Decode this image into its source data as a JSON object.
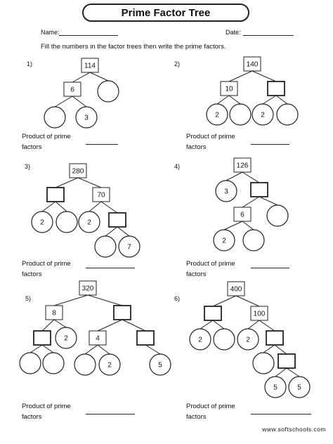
{
  "title": "Prime Factor Tree",
  "name_label": "Name:",
  "date_label": "Date:",
  "instructions": "Fill the numbers in the factor trees then write the prime factors.",
  "problems": [
    {
      "number": "1)",
      "product_line1": "Product of prime",
      "product_line2": "factors",
      "nodes": [
        "114",
        "6",
        "",
        "",
        "3"
      ]
    },
    {
      "number": "2)",
      "product_line1": "Product of prime",
      "product_line2": "factors",
      "nodes": [
        "140",
        "10",
        "",
        "2",
        "",
        "2",
        ""
      ]
    },
    {
      "number": "3)",
      "product_line1": "Product of prime",
      "product_line2": "factors",
      "nodes": [
        "280",
        "",
        "70",
        "2",
        "",
        "2",
        "",
        "",
        "7"
      ]
    },
    {
      "number": "4)",
      "product_line1": "Product of prime",
      "product_line2": "factors",
      "nodes": [
        "126",
        "3",
        "",
        "6",
        "",
        "2",
        ""
      ]
    },
    {
      "number": "5)",
      "product_line1": "Product of prime",
      "product_line2": "factors",
      "nodes": [
        "320",
        "8",
        "",
        "",
        "2",
        "4",
        "",
        "",
        "",
        "2",
        "",
        "5"
      ]
    },
    {
      "number": "6)",
      "product_line1": "Product of prime",
      "product_line2": "factors",
      "nodes": [
        "400",
        "",
        "100",
        "2",
        "",
        "2",
        "",
        "",
        "",
        "5",
        "5"
      ]
    }
  ],
  "footer": "www.softschools.com"
}
